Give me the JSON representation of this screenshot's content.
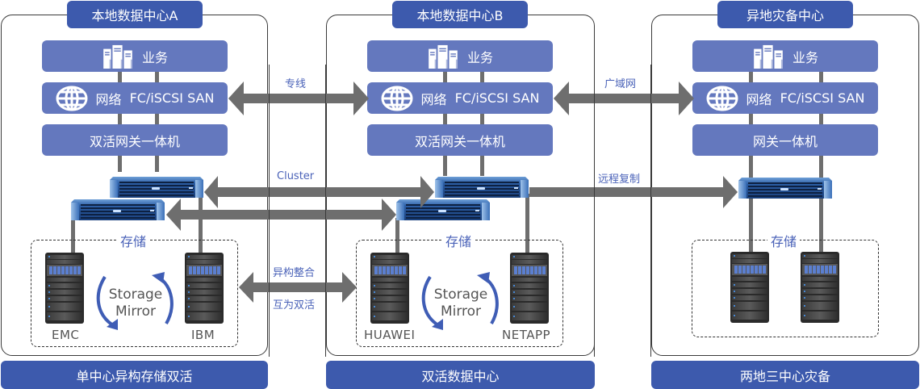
{
  "panels": [
    {
      "title": "本地数据中心A",
      "business": "业务",
      "network_prefix": "网络",
      "network": "FC/iSCSI SAN",
      "gateway": "双活网关一体机",
      "storage": "存储",
      "vendors": [
        "EMC",
        "IBM"
      ],
      "mirror": [
        "Storage",
        "Mirror"
      ],
      "footer": "单中心异构存储双活"
    },
    {
      "title": "本地数据中心B",
      "business": "业务",
      "network_prefix": "网络",
      "network": "FC/iSCSI SAN",
      "gateway": "双活网关一体机",
      "storage": "存储",
      "vendors": [
        "HUAWEI",
        "NETAPP"
      ],
      "mirror": [
        "Storage",
        "Mirror"
      ],
      "footer": "双活数据中心"
    },
    {
      "title": "异地灾备中心",
      "business": "业务",
      "network_prefix": "网络",
      "network": "FC/iSCSI SAN",
      "gateway": "网关一体机",
      "storage": "存储",
      "vendors": [],
      "footer": "两地三中心灾备"
    }
  ],
  "links": {
    "dedicated_line": "专线",
    "wan": "广域网",
    "cluster": "Cluster",
    "remote_replication": "远程复制",
    "heterogeneous_1": "异构整合",
    "heterogeneous_2": "互为双活"
  },
  "colors": {
    "title_blue": "#3d5aad",
    "layer_blue": "#6478be",
    "arrow_gray": "#6e6e6e",
    "label_blue": "#4a62b8"
  }
}
